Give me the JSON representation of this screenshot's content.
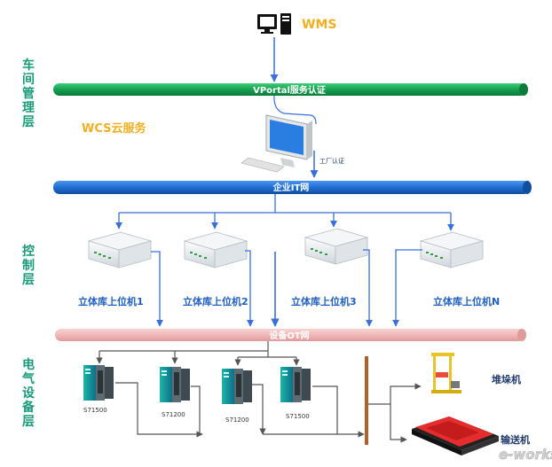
{
  "layers": {
    "workshop": "车间管理层",
    "control": "控制层",
    "electrical": "电气设备层"
  },
  "top": {
    "wms": "WMS",
    "wcs": "WCS云服务",
    "factory_auth": "工厂认证"
  },
  "bars": {
    "vportal": "VPortal服务认证",
    "enterprise_it": "企业IT网",
    "device_ot": "设备OT网"
  },
  "hosts": [
    "立体库上位机1",
    "立体库上位机2",
    "立体库上位机3",
    "立体库上位机N"
  ],
  "plcs": [
    "S71500",
    "S71200",
    "S71200",
    "S71500"
  ],
  "equipment": {
    "stacker": "堆垛机",
    "conveyor": "输送机"
  },
  "watermark": "e-works",
  "colors": {
    "green_bar": "#1aa35a",
    "blue_bar": "#1f6fd1",
    "pink_bar": "#f2b8b8",
    "label_teal": "#1a9a7a",
    "node_blue": "#1f5fc2",
    "wms_orange": "#f0b020"
  }
}
